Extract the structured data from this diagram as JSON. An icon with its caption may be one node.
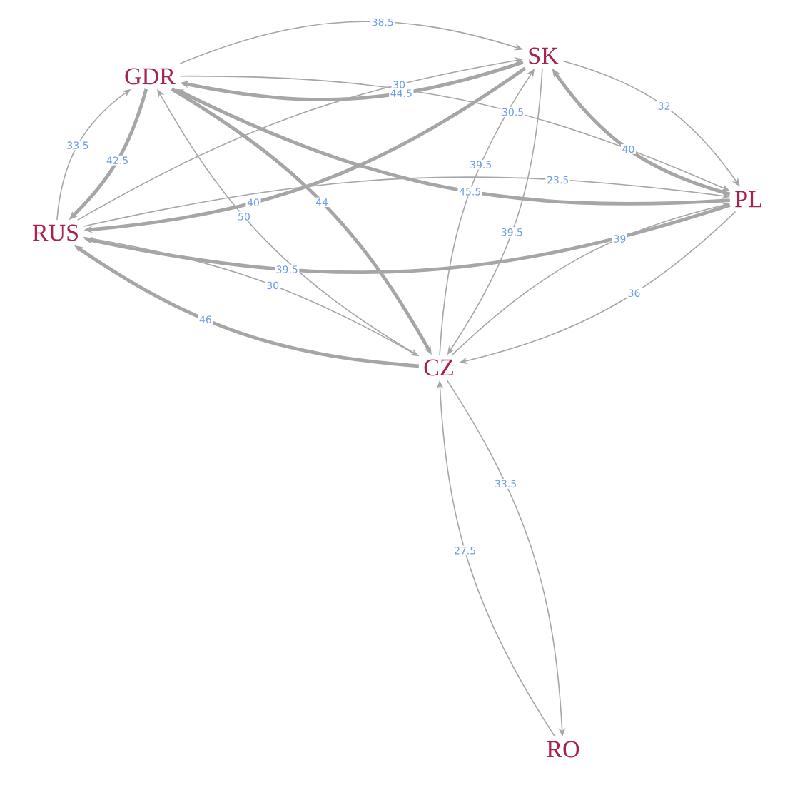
{
  "diagram": {
    "nodes": [
      {
        "text": [
          "GDR"
        ]
      },
      {
        "text": [
          "SK"
        ]
      },
      {
        "text": [
          "RUS"
        ]
      },
      {
        "text": [
          "PL"
        ]
      },
      {
        "text": [
          "CZ"
        ]
      },
      {
        "text": [
          "RO"
        ]
      }
    ],
    "edges": [
      {
        "from": 0,
        "to": 1,
        "arrow": "to",
        "label": "38.5"
      },
      {
        "from": 1,
        "to": 0,
        "arrow": "to",
        "label": "44.5",
        "style": "thick"
      },
      {
        "from": 2,
        "to": 0,
        "arrow": "to",
        "label": "33.5"
      },
      {
        "from": 0,
        "to": 2,
        "arrow": "to",
        "label": "42.5",
        "style": "thick"
      },
      {
        "from": 2,
        "to": 1,
        "arrow": "to",
        "label": "30"
      },
      {
        "from": 1,
        "to": 2,
        "arrow": "to",
        "label": "40",
        "style": "thick"
      },
      {
        "from": 0,
        "to": 3,
        "arrow": "to",
        "label": "30.5"
      },
      {
        "from": 3,
        "to": 0,
        "arrow": "to",
        "label": "45.5",
        "style": "thick"
      },
      {
        "from": 0,
        "to": 4,
        "arrow": "to",
        "label": "44",
        "style": "thick"
      },
      {
        "from": 4,
        "to": 0,
        "arrow": "to",
        "label": "50"
      },
      {
        "from": 1,
        "to": 3,
        "arrow": "to",
        "label": "32"
      },
      {
        "from": 3,
        "to": 1,
        "arrow": "to",
        "label": "40",
        "style": "thick"
      },
      {
        "from": 4,
        "to": 1,
        "arrow": "to",
        "label": "39.5"
      },
      {
        "from": 1,
        "to": 4,
        "arrow": "to",
        "label": "39.5"
      },
      {
        "from": 2,
        "to": 3,
        "arrow": "to",
        "label": "23.5"
      },
      {
        "from": 3,
        "to": 2,
        "arrow": "to",
        "label": "39.5",
        "style": "thick"
      },
      {
        "from": 4,
        "to": 2,
        "arrow": "to",
        "label": "46",
        "style": "thick"
      },
      {
        "from": 2,
        "to": 4,
        "arrow": "to",
        "label": "30"
      },
      {
        "from": 4,
        "to": 3,
        "arrow": "to",
        "label": "39"
      },
      {
        "from": 3,
        "to": 4,
        "arrow": "to",
        "label": "36"
      },
      {
        "from": 5,
        "to": 4,
        "arrow": "to",
        "label": "27.5"
      },
      {
        "from": 4,
        "to": 5,
        "arrow": "to",
        "label": "33.5"
      }
    ]
  }
}
